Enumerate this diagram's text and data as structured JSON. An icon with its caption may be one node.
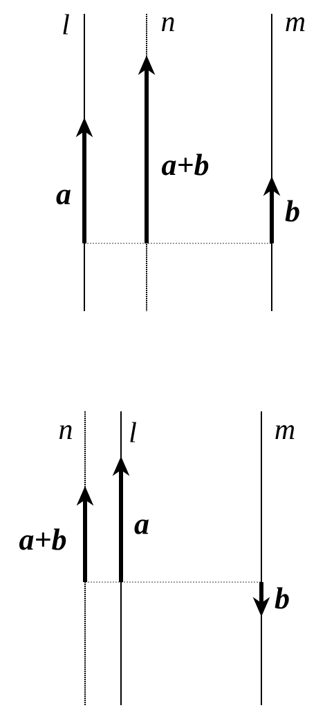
{
  "diagram": {
    "labels": [
      "l",
      "n",
      "m",
      "**a**+**b**",
      "a",
      "b",
      "n",
      "l",
      "m",
      "a",
      "**a**+**b**",
      "b"
    ]
  }
}
